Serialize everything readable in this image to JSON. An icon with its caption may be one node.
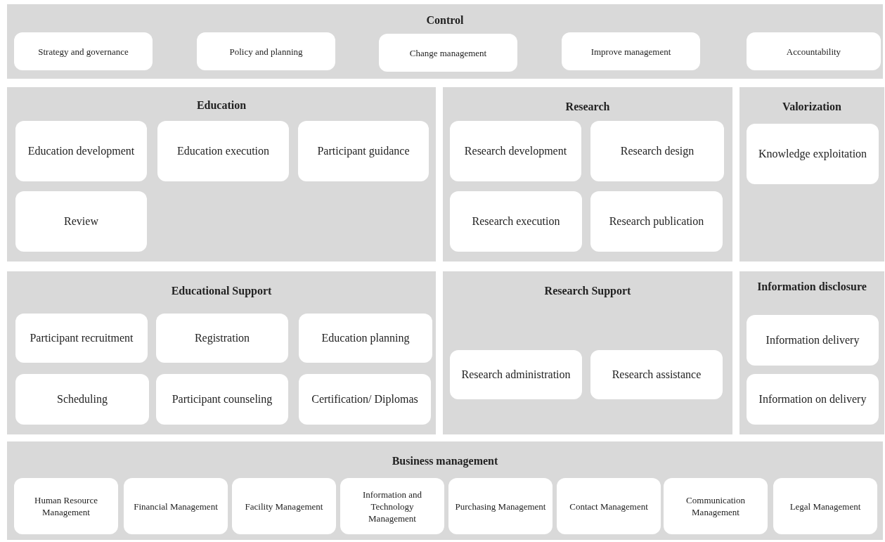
{
  "diagram": {
    "nodes": [
      {
        "text": [
          "Control"
        ]
      },
      {
        "text": [
          "Strategy and governance"
        ],
        "in": 0
      },
      {
        "text": [
          "Policy and planning"
        ],
        "in": 0
      },
      {
        "text": [
          "Change management"
        ],
        "in": 0
      },
      {
        "text": [
          "Improve management"
        ],
        "in": 0
      },
      {
        "text": [
          "Accountability"
        ],
        "in": 0
      },
      {
        "text": [
          "Education"
        ]
      },
      {
        "text": [
          "Education development"
        ],
        "in": 6
      },
      {
        "text": [
          "Education execution"
        ],
        "in": 6
      },
      {
        "text": [
          "Participant guidance"
        ],
        "in": 6
      },
      {
        "text": [
          "Review"
        ],
        "in": 6
      },
      {
        "text": [
          "Research"
        ]
      },
      {
        "text": [
          "Research development"
        ],
        "in": 11
      },
      {
        "text": [
          "Research design"
        ],
        "in": 11
      },
      {
        "text": [
          "Research execution"
        ],
        "in": 11
      },
      {
        "text": [
          "Research publication"
        ],
        "in": 11
      },
      {
        "text": [
          "Valorization"
        ]
      },
      {
        "text": [
          "Knowledge exploitation"
        ],
        "in": 16
      },
      {
        "text": [
          "Educational Support"
        ]
      },
      {
        "text": [
          "Participant recruitment"
        ],
        "in": 18
      },
      {
        "text": [
          "Registration"
        ],
        "in": 18
      },
      {
        "text": [
          "Education planning"
        ],
        "in": 18
      },
      {
        "text": [
          "Scheduling"
        ],
        "in": 18
      },
      {
        "text": [
          "Participant counseling"
        ],
        "in": 18
      },
      {
        "text": [
          "Certification/ Diplomas"
        ],
        "in": 18
      },
      {
        "text": [
          "Research Support"
        ]
      },
      {
        "text": [
          "Research administration"
        ],
        "in": 25
      },
      {
        "text": [
          "Research assistance"
        ],
        "in": 25
      },
      {
        "text": [
          "Information disclosure"
        ]
      },
      {
        "text": [
          "Information delivery"
        ],
        "in": 28
      },
      {
        "text": [
          "Information on delivery"
        ],
        "in": 28
      },
      {
        "text": [
          "Business management"
        ]
      },
      {
        "text": [
          "Human Resource Management"
        ],
        "in": 31
      },
      {
        "text": [
          "Financial Management"
        ],
        "in": 31
      },
      {
        "text": [
          "Facility Management"
        ],
        "in": 31
      },
      {
        "text": [
          "Information and Technology Management"
        ],
        "in": 31
      },
      {
        "text": [
          "Purchasing Management"
        ],
        "in": 31
      },
      {
        "text": [
          "Contact Management"
        ],
        "in": 31
      },
      {
        "text": [
          "Communication Management"
        ],
        "in": 31
      },
      {
        "text": [
          "Legal Management"
        ],
        "in": 31
      }
    ],
    "edges": []
  }
}
